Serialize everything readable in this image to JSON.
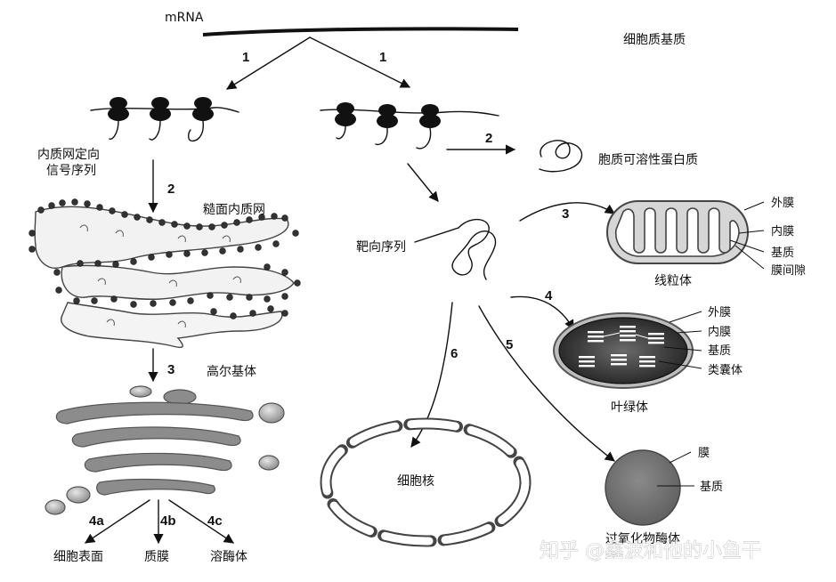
{
  "labels": {
    "mrna": "mRNA",
    "cytoplasm_matrix": "细胞质基质",
    "er_signal_1": "内质网定向",
    "er_signal_2": "信号序列",
    "rough_er": "糙面内质网",
    "golgi": "高尔基体",
    "cell_surface": "细胞表面",
    "plasma_membrane": "质膜",
    "lysosome": "溶酶体",
    "soluble_protein": "胞质可溶性蛋白质",
    "targeting_sequence": "靶向序列",
    "mitochondrion": "线粒体",
    "chloroplast": "叶绿体",
    "nucleus": "细胞核",
    "peroxisome": "过氧化物酶体"
  },
  "mito_parts": [
    "外膜",
    "内膜",
    "基质",
    "膜间隙"
  ],
  "chloro_parts": [
    "外膜",
    "内膜",
    "基质",
    "类囊体"
  ],
  "perox_parts": [
    "膜",
    "基质"
  ],
  "steps": {
    "s1_left": "1",
    "s1_right": "1",
    "s2_left": "2",
    "s2_right": "2",
    "s3_left": "3",
    "s3_right": "3",
    "s4": "4",
    "s5": "5",
    "s6": "6",
    "s4a": "4a",
    "s4b": "4b",
    "s4c": "4c"
  },
  "watermark": "知乎 @鑫波和他的小鱼干",
  "colors": {
    "ink": "#111111",
    "organelle_gray": "#8c8c8c",
    "mito_fill": "#cfcfcf",
    "chloro_fill": "#3a3a3a",
    "perox_fill": "#7a7a7a"
  }
}
